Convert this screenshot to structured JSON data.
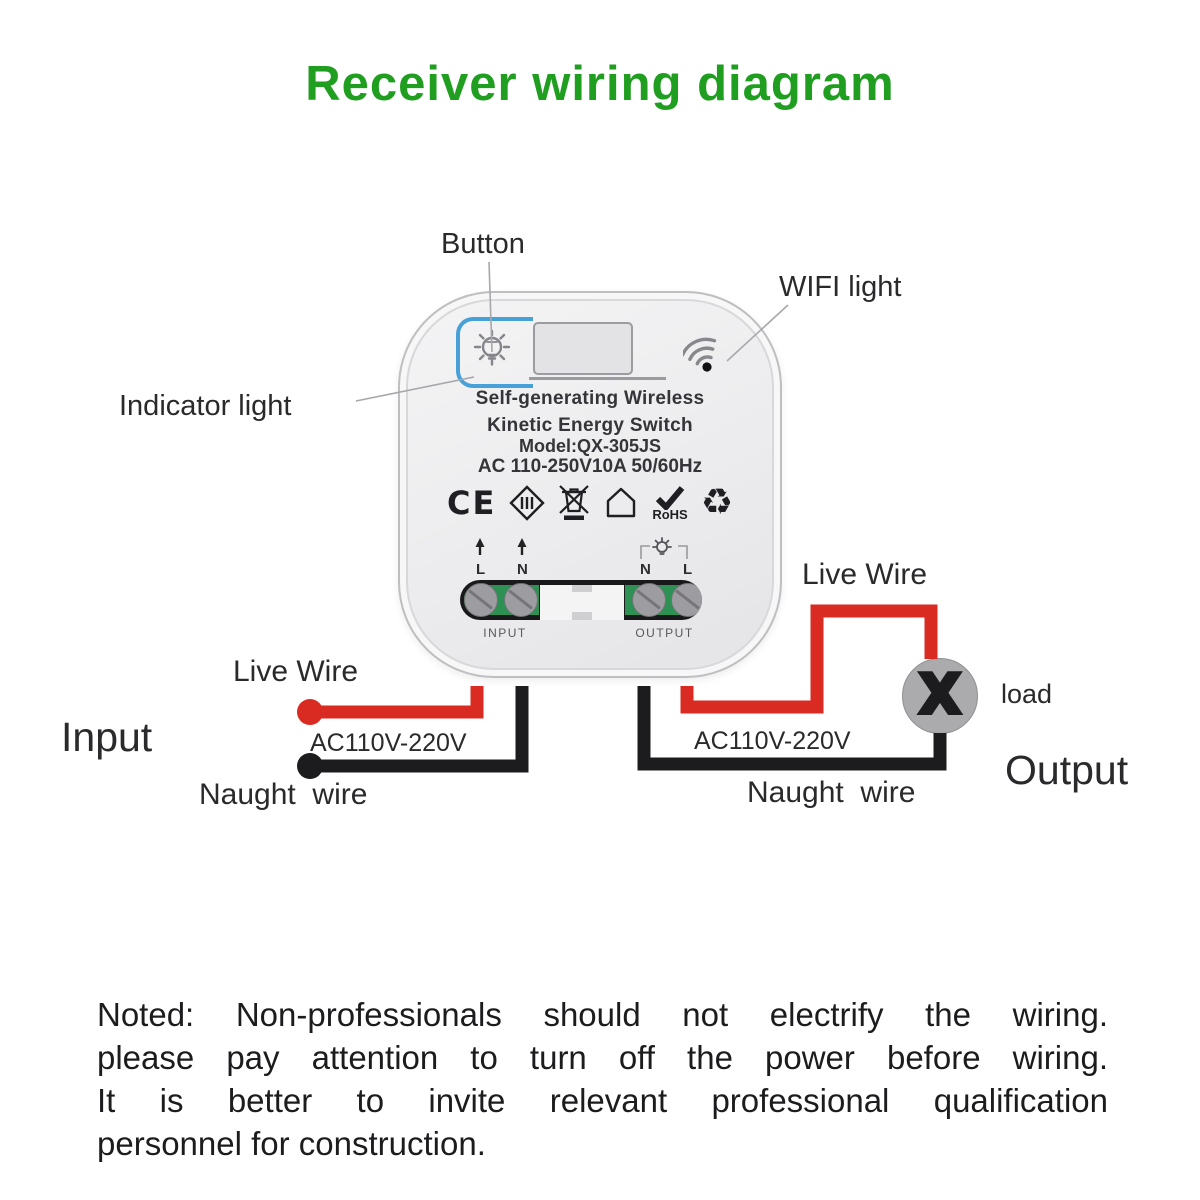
{
  "colors": {
    "title_green": "#1f9e1f",
    "wire_red": "#d92b21",
    "wire_black": "#1c1c1e",
    "terminal_green": "#2c9152",
    "indicator_blue": "#45a1d8",
    "load_gray": "#ababad"
  },
  "title": "Receiver wiring diagram",
  "callouts": {
    "button": "Button",
    "wifi_light": "WIFI light",
    "indicator_light": "Indicator light"
  },
  "device": {
    "name_line1": "Self-generating Wireless",
    "name_line2": "Kinetic Energy Switch",
    "model_line": "Model:QX-305JS",
    "rating_line": "AC 110-250V10A 50/60Hz",
    "ce_mark": "CE",
    "rohs_label": "RoHS",
    "recycle_symbol": "♻",
    "terminals": {
      "input_l": "L",
      "input_n": "N",
      "output_n": "N",
      "output_l": "L"
    },
    "input_label": "INPUT",
    "output_label": "OUTPUT"
  },
  "input_side": {
    "section_label": "Input",
    "live_wire_label": "Live Wire",
    "voltage_label": "AC110V-220V",
    "naught_wire_label": "Naught  wire"
  },
  "output_side": {
    "section_label": "Output",
    "live_wire_label": "Live Wire",
    "voltage_label": "AC110V-220V",
    "naught_wire_label": "Naught  wire",
    "load_label": "load",
    "load_symbol": "X"
  },
  "note": {
    "lines": [
      "Noted: Non-professionals should not electrify the wiring.",
      "please pay attention to turn off the power before wiring.",
      "It is better to invite relevant professional qualification",
      "personnel for construction."
    ]
  }
}
